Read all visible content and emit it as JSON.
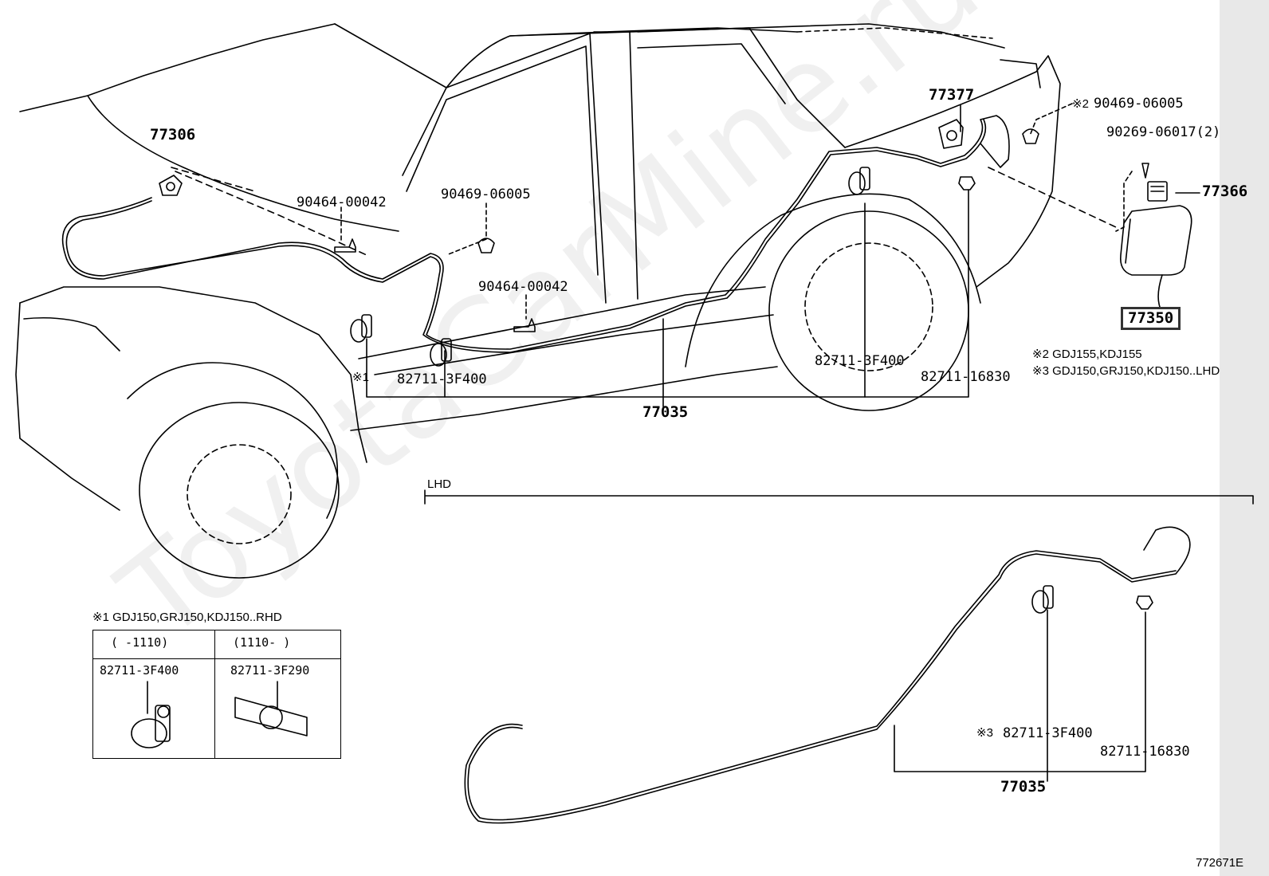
{
  "diagram": {
    "watermark": "ToyotaCarMine.ru",
    "figure_id": "772671E",
    "part_labels": {
      "p77306": "77306",
      "p77377": "77377",
      "p90469_06005_top": "90469-06005",
      "p90269": "90269-06017(2)",
      "p77366": "77366",
      "p77350": "77350",
      "p90464_a": "90464-00042",
      "p90469_06005": "90469-06005",
      "p90464_b": "90464-00042",
      "p82711_left": "82711-3F400",
      "p82711_mid": "82711-3F400",
      "p82711_16830": "82711-16830",
      "p77035": "77035",
      "lhd_82711_3f400": "82711-3F400",
      "lhd_82711_16830": "82711-16830",
      "lhd_77035": "77035"
    },
    "marks": {
      "m2": "※2",
      "m1": "※1",
      "m3": "※3"
    },
    "notes": {
      "n2": "※2 GDJ155,KDJ155",
      "n3": "※3 GDJ150,GRJ150,KDJ150..LHD",
      "lhd": "LHD"
    },
    "table": {
      "caption": "※1 GDJ150,GRJ150,KDJ150..RHD",
      "col1_head": "(     -1110)",
      "col2_head": "(1110-     )",
      "col1_part": "82711-3F400",
      "col2_part": "82711-3F290"
    }
  }
}
